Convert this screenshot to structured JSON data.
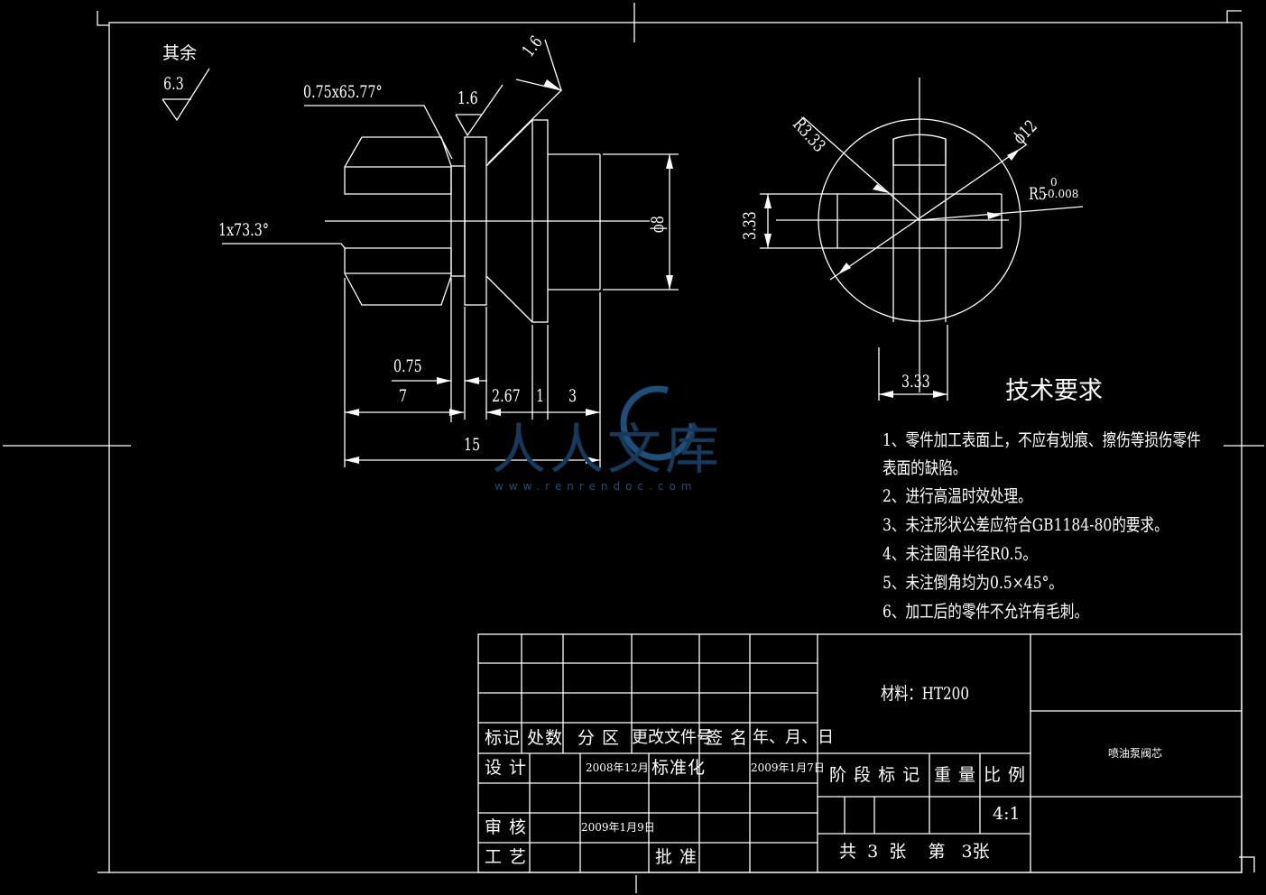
{
  "surface_roughness": {
    "other_label": "其余",
    "other_value": "6.3",
    "value_a": "1.6",
    "value_b": "1.6"
  },
  "dimensions": {
    "chamfer_front": "0.75x65.77°",
    "chamfer_back": "1x73.3°",
    "d_0_75": "0.75",
    "d_7": "7",
    "d_2_67": "2.67",
    "d_1": "1",
    "d_3": "3",
    "d_15": "15",
    "dia_8": "ϕ8",
    "r_3_33": "R3.33",
    "dia_12": "ϕ12",
    "r5_main": "R5",
    "r5_upper": "0",
    "r5_lower": "-0.008",
    "v_3_33": "3.33",
    "h_3_33": "3.33"
  },
  "tech_requirements": {
    "title": "技术要求",
    "lines": [
      "1、零件加工表面上，不应有划痕、擦伤等损伤零件",
      "表面的缺陷。",
      "2、进行高温时效处理。",
      "3、未注形状公差应符合GB1184-80的要求。",
      "4、未注圆角半径R0.5。",
      "5、未注倒角均为0.5×45°。",
      "6、加工后的零件不允许有毛刺。"
    ]
  },
  "watermark": {
    "text": "人人文库",
    "url": "www.renrendoc.com"
  },
  "title_block": {
    "headers": {
      "mark": "标记",
      "count": "处数",
      "zone": "分 区",
      "change_doc": "更改文件号",
      "sign": "签 名",
      "date": "年、月、日"
    },
    "design_label": "设 计",
    "design_date": "2008年12月",
    "standard_label": "标准化",
    "standard_date": "2009年1月7日",
    "review_label": "审 核",
    "review_date": "2009年1月9日",
    "process_label": "工 艺",
    "approve_label": "批 准",
    "material": "材料：HT200",
    "part_name": "喷油泵阀芯",
    "stage_mark": "阶 段 标 记",
    "weight": "重 量",
    "scale_label": "比 例",
    "scale_value": "4:1",
    "sheet_info": "共  3  张    第   3张"
  }
}
